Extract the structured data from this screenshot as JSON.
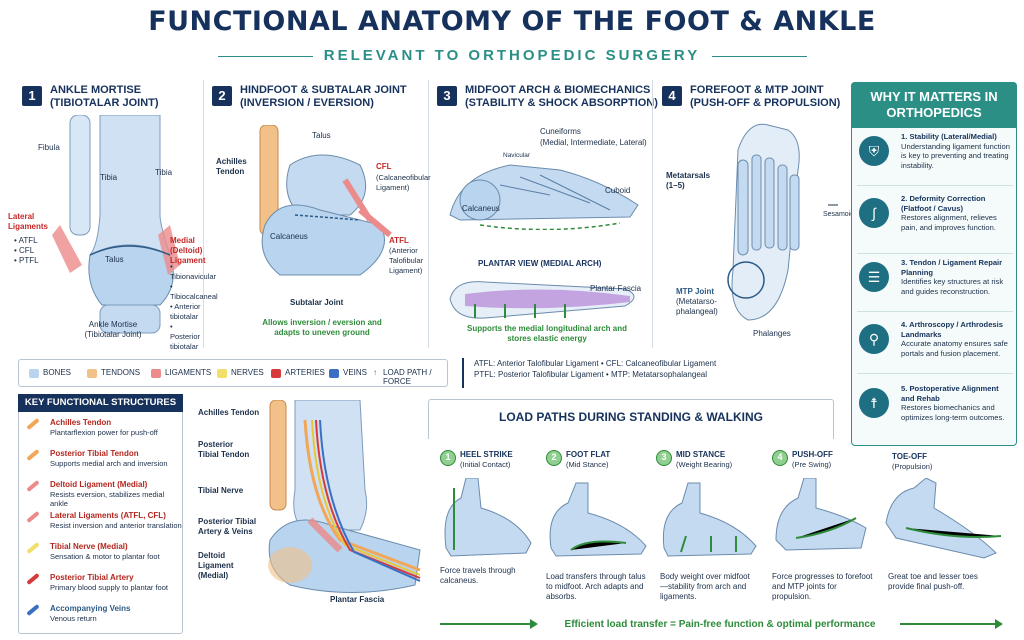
{
  "header": {
    "title": "FUNCTIONAL ANATOMY OF THE FOOT & ANKLE",
    "subtitle": "RELEVANT TO ORTHOPEDIC SURGERY"
  },
  "sections": [
    {
      "num": "1",
      "title": "ANKLE MORTISE",
      "subtitle": "(TIBIOTALAR JOINT)"
    },
    {
      "num": "2",
      "title": "HINDFOOT & SUBTALAR JOINT",
      "subtitle": "(INVERSION / EVERSION)"
    },
    {
      "num": "3",
      "title": "MIDFOOT ARCH & BIOMECHANICS",
      "subtitle": "(STABILITY & SHOCK ABSORPTION)"
    },
    {
      "num": "4",
      "title": "FOREFOOT & MTP JOINT",
      "subtitle": "(PUSH-OFF & PROPULSION)"
    }
  ],
  "panel1": {
    "fibula": "Fibula",
    "tibia_top": "Tibia",
    "tibia": "Tibia",
    "lateral": "Lateral Ligaments",
    "lat_items": [
      "• ATFL",
      "• CFL",
      "• PTFL"
    ],
    "talus": "Talus",
    "medial": "Medial (Deltoid) Ligament",
    "med_items": [
      "• Tibionavicular",
      "• Tibiocalcaneal",
      "• Anterior tibiotalar",
      "• Posterior tibiotalar"
    ],
    "mortise": "Ankle Mortise",
    "mortise_sub": "(Tibiotalar Joint)"
  },
  "panel2": {
    "talus": "Talus",
    "achilles": "Achilles Tendon",
    "cfl": "CFL",
    "cfl_full": "(Calcaneofibular Ligament)",
    "calcaneus": "Calcaneus",
    "atfl": "ATFL",
    "atfl_full": "(Anterior Talofibular Ligament)",
    "subtalar": "Subtalar Joint",
    "caption": "Allows inversion / eversion and adapts to uneven ground"
  },
  "panel3": {
    "cuneiforms": "Cuneiforms",
    "cuneiforms_sub": "(Medial, Intermediate, Lateral)",
    "navicular": "Navicular",
    "calcaneus": "Calcaneus",
    "cuboid": "Cuboid",
    "plantar_view": "PLANTAR VIEW (MEDIAL ARCH)",
    "plantar_fascia": "Plantar Fascia",
    "caption": "Supports the medial longitudinal arch and stores elastic energy"
  },
  "panel4": {
    "metatarsals": "Metatarsals (1–5)",
    "sesamoids": "Sesamoids",
    "mtp": "MTP Joint",
    "mtp_sub": "(Metatarso-phalangeal)",
    "phalanges": "Phalanges"
  },
  "legend": [
    {
      "label": "BONES",
      "color": "#b8d4ee"
    },
    {
      "label": "TENDONS",
      "color": "#f2c089"
    },
    {
      "label": "LIGAMENTS",
      "color": "#ec8b8b"
    },
    {
      "label": "NERVES",
      "color": "#f2df6a"
    },
    {
      "label": "ARTERIES",
      "color": "#d63a3a"
    },
    {
      "label": "VEINS",
      "color": "#3a6fc4"
    },
    {
      "label": "LOAD PATH / FORCE",
      "color": "#2e8b3a"
    }
  ],
  "abbr": {
    "line1": "ATFL: Anterior Talofibular Ligament   •  CFL: Calcaneofibular Ligament",
    "line2": "PTFL: Posterior Talofibular Ligament   •  MTP: Metatarsophalangeal"
  },
  "why": {
    "title": "WHY IT MATTERS IN ORTHOPEDICS",
    "items": [
      {
        "icon": "shield-icon",
        "glyph": "⛨",
        "title": "1. Stability (Lateral/Medial)",
        "text": "Understanding ligament function is key to preventing and treating instability."
      },
      {
        "icon": "foot-icon",
        "glyph": "∫",
        "title": "2. Deformity Correction (Flatfoot / Cavus)",
        "text": "Restores alignment, relieves pain, and improves function."
      },
      {
        "icon": "clipboard-icon",
        "glyph": "☰",
        "title": "3. Tendon / Ligament Repair Planning",
        "text": "Identifies key structures at risk and guides reconstruction."
      },
      {
        "icon": "arthroscope-icon",
        "glyph": "⚲",
        "title": "4. Arthroscopy / Arthrodesis Landmarks",
        "text": "Accurate anatomy ensures safe portals and fusion placement."
      },
      {
        "icon": "walking-icon",
        "glyph": "☨",
        "title": "5. Postoperative Alignment and Rehab",
        "text": "Restores biomechanics and optimizes long-term outcomes."
      }
    ]
  },
  "kfs": {
    "title": "KEY FUNCTIONAL STRUCTURES",
    "items": [
      {
        "title": "Achilles Tendon",
        "desc": "Plantarflexion power for push-off",
        "color": "#f2a65a"
      },
      {
        "title": "Posterior Tibial Tendon",
        "desc": "Supports medial arch and inversion",
        "color": "#f2a65a"
      },
      {
        "title": "Deltoid Ligament (Medial)",
        "desc": "Resists eversion, stabilizes medial ankle",
        "color": "#ec8b8b"
      },
      {
        "title": "Lateral Ligaments (ATFL, CFL)",
        "desc": "Resist inversion and anterior translation",
        "color": "#ec8b8b"
      },
      {
        "title": "Tibial Nerve (Medial)",
        "desc": "Sensation & motor to plantar foot",
        "color": "#f2df6a"
      },
      {
        "title": "Posterior Tibial Artery",
        "desc": "Primary blood supply to plantar foot",
        "color": "#d63a3a"
      },
      {
        "title": "Accompanying Veins",
        "desc": "Venous return",
        "color": "#3a6fc4"
      }
    ]
  },
  "medial": {
    "achilles": "Achilles Tendon",
    "ptt": "Posterior Tibial Tendon",
    "nerve": "Tibial Nerve",
    "artery": "Posterior Tibial Artery & Veins",
    "deltoid": "Deltoid Ligament (Medial)",
    "fascia": "Plantar Fascia"
  },
  "load": {
    "title": "LOAD PATHS DURING STANDING & WALKING",
    "phases": [
      {
        "n": "1",
        "title": "HEEL STRIKE",
        "sub": "(Initial Contact)",
        "desc": "Force travels through calcaneus."
      },
      {
        "n": "2",
        "title": "FOOT FLAT",
        "sub": "(Mid Stance)",
        "desc": "Load transfers through talus to midfoot. Arch adapts and absorbs."
      },
      {
        "n": "3",
        "title": "MID STANCE",
        "sub": "(Weight Bearing)",
        "desc": "Body weight over midfoot—stability from arch and ligaments."
      },
      {
        "n": "4",
        "title": "PUSH-OFF",
        "sub": "(Pre Swing)",
        "desc": "Force progresses to forefoot and MTP joints for propulsion."
      },
      {
        "n": "",
        "title": "TOE-OFF",
        "sub": "(Propulsion)",
        "desc": "Great toe and lesser toes provide final push-off."
      }
    ],
    "footer": "Efficient load transfer = Pain-free function & optimal performance"
  }
}
